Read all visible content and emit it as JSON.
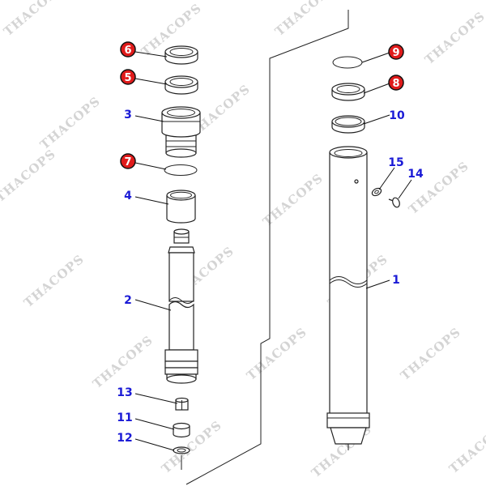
{
  "watermark": "THACOPS",
  "colors": {
    "callout_blue": "#1a1ad6",
    "callout_red_fill": "#e01b1b",
    "line": "#222222"
  },
  "callouts": [
    {
      "id": "c6",
      "label": "6",
      "style": "red"
    },
    {
      "id": "c5",
      "label": "5",
      "style": "red"
    },
    {
      "id": "c3",
      "label": "3",
      "style": "blue"
    },
    {
      "id": "c7",
      "label": "7",
      "style": "red"
    },
    {
      "id": "c4",
      "label": "4",
      "style": "blue"
    },
    {
      "id": "c2",
      "label": "2",
      "style": "blue"
    },
    {
      "id": "c13",
      "label": "13",
      "style": "blue"
    },
    {
      "id": "c11",
      "label": "11",
      "style": "blue"
    },
    {
      "id": "c12",
      "label": "12",
      "style": "blue"
    },
    {
      "id": "c9",
      "label": "9",
      "style": "red"
    },
    {
      "id": "c8",
      "label": "8",
      "style": "red"
    },
    {
      "id": "c10",
      "label": "10",
      "style": "blue"
    },
    {
      "id": "c15",
      "label": "15",
      "style": "blue"
    },
    {
      "id": "c14",
      "label": "14",
      "style": "blue"
    },
    {
      "id": "c1",
      "label": "1",
      "style": "blue"
    }
  ]
}
